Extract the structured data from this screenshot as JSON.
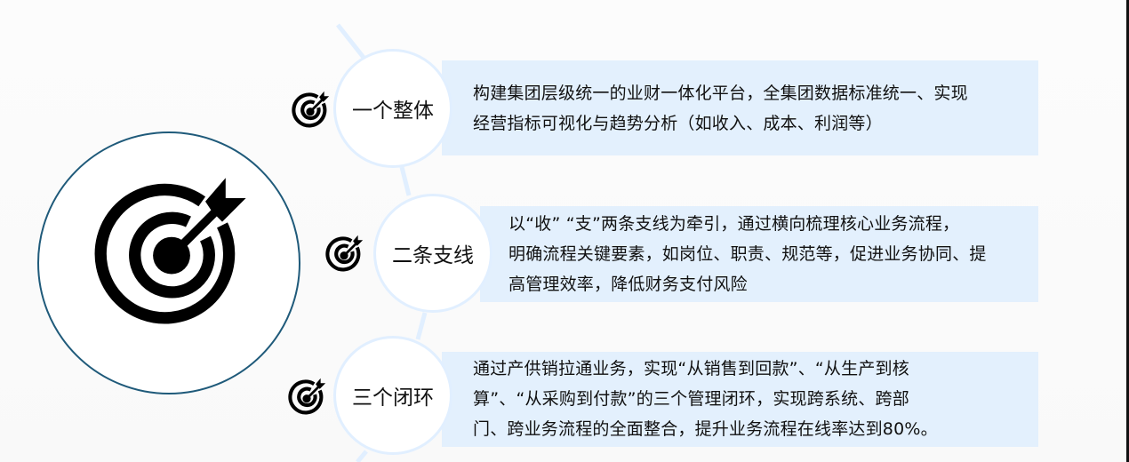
{
  "diagram": {
    "center_icon": "target-arrow-icon",
    "colors": {
      "panel_bg": "#e3f0fd",
      "node_border": "#e1efff",
      "connector": "#e1efff",
      "big_circle_border": "#1f5a7a",
      "icon": "#000000"
    },
    "items": [
      {
        "icon": "target-arrow-icon",
        "title": "一个整体",
        "lines": [
          "构建集团层级统一的业财一体化平台，全集团数据标准统一、实现",
          "经营指标可视化与趋势分析（如收入、成本、利润等）"
        ]
      },
      {
        "icon": "target-arrow-icon",
        "title": "二条支线",
        "lines": [
          "以“收” “支”两条支线为牵引，通过横向梳理核心业务流程，",
          "明确流程关键要素，如岗位、职责、规范等，促进业务协同、提",
          "高管理效率，降低财务支付风险"
        ]
      },
      {
        "icon": "target-arrow-icon",
        "title": "三个闭环",
        "lines": [
          "通过产供销拉通业务，实现“从销售到回款”、“从生产到核",
          "算”、“从采购到付款”的三个管理闭环，实现跨系统、跨部",
          "门、跨业务流程的全面整合，提升业务流程在线率达到80%。"
        ]
      }
    ]
  }
}
